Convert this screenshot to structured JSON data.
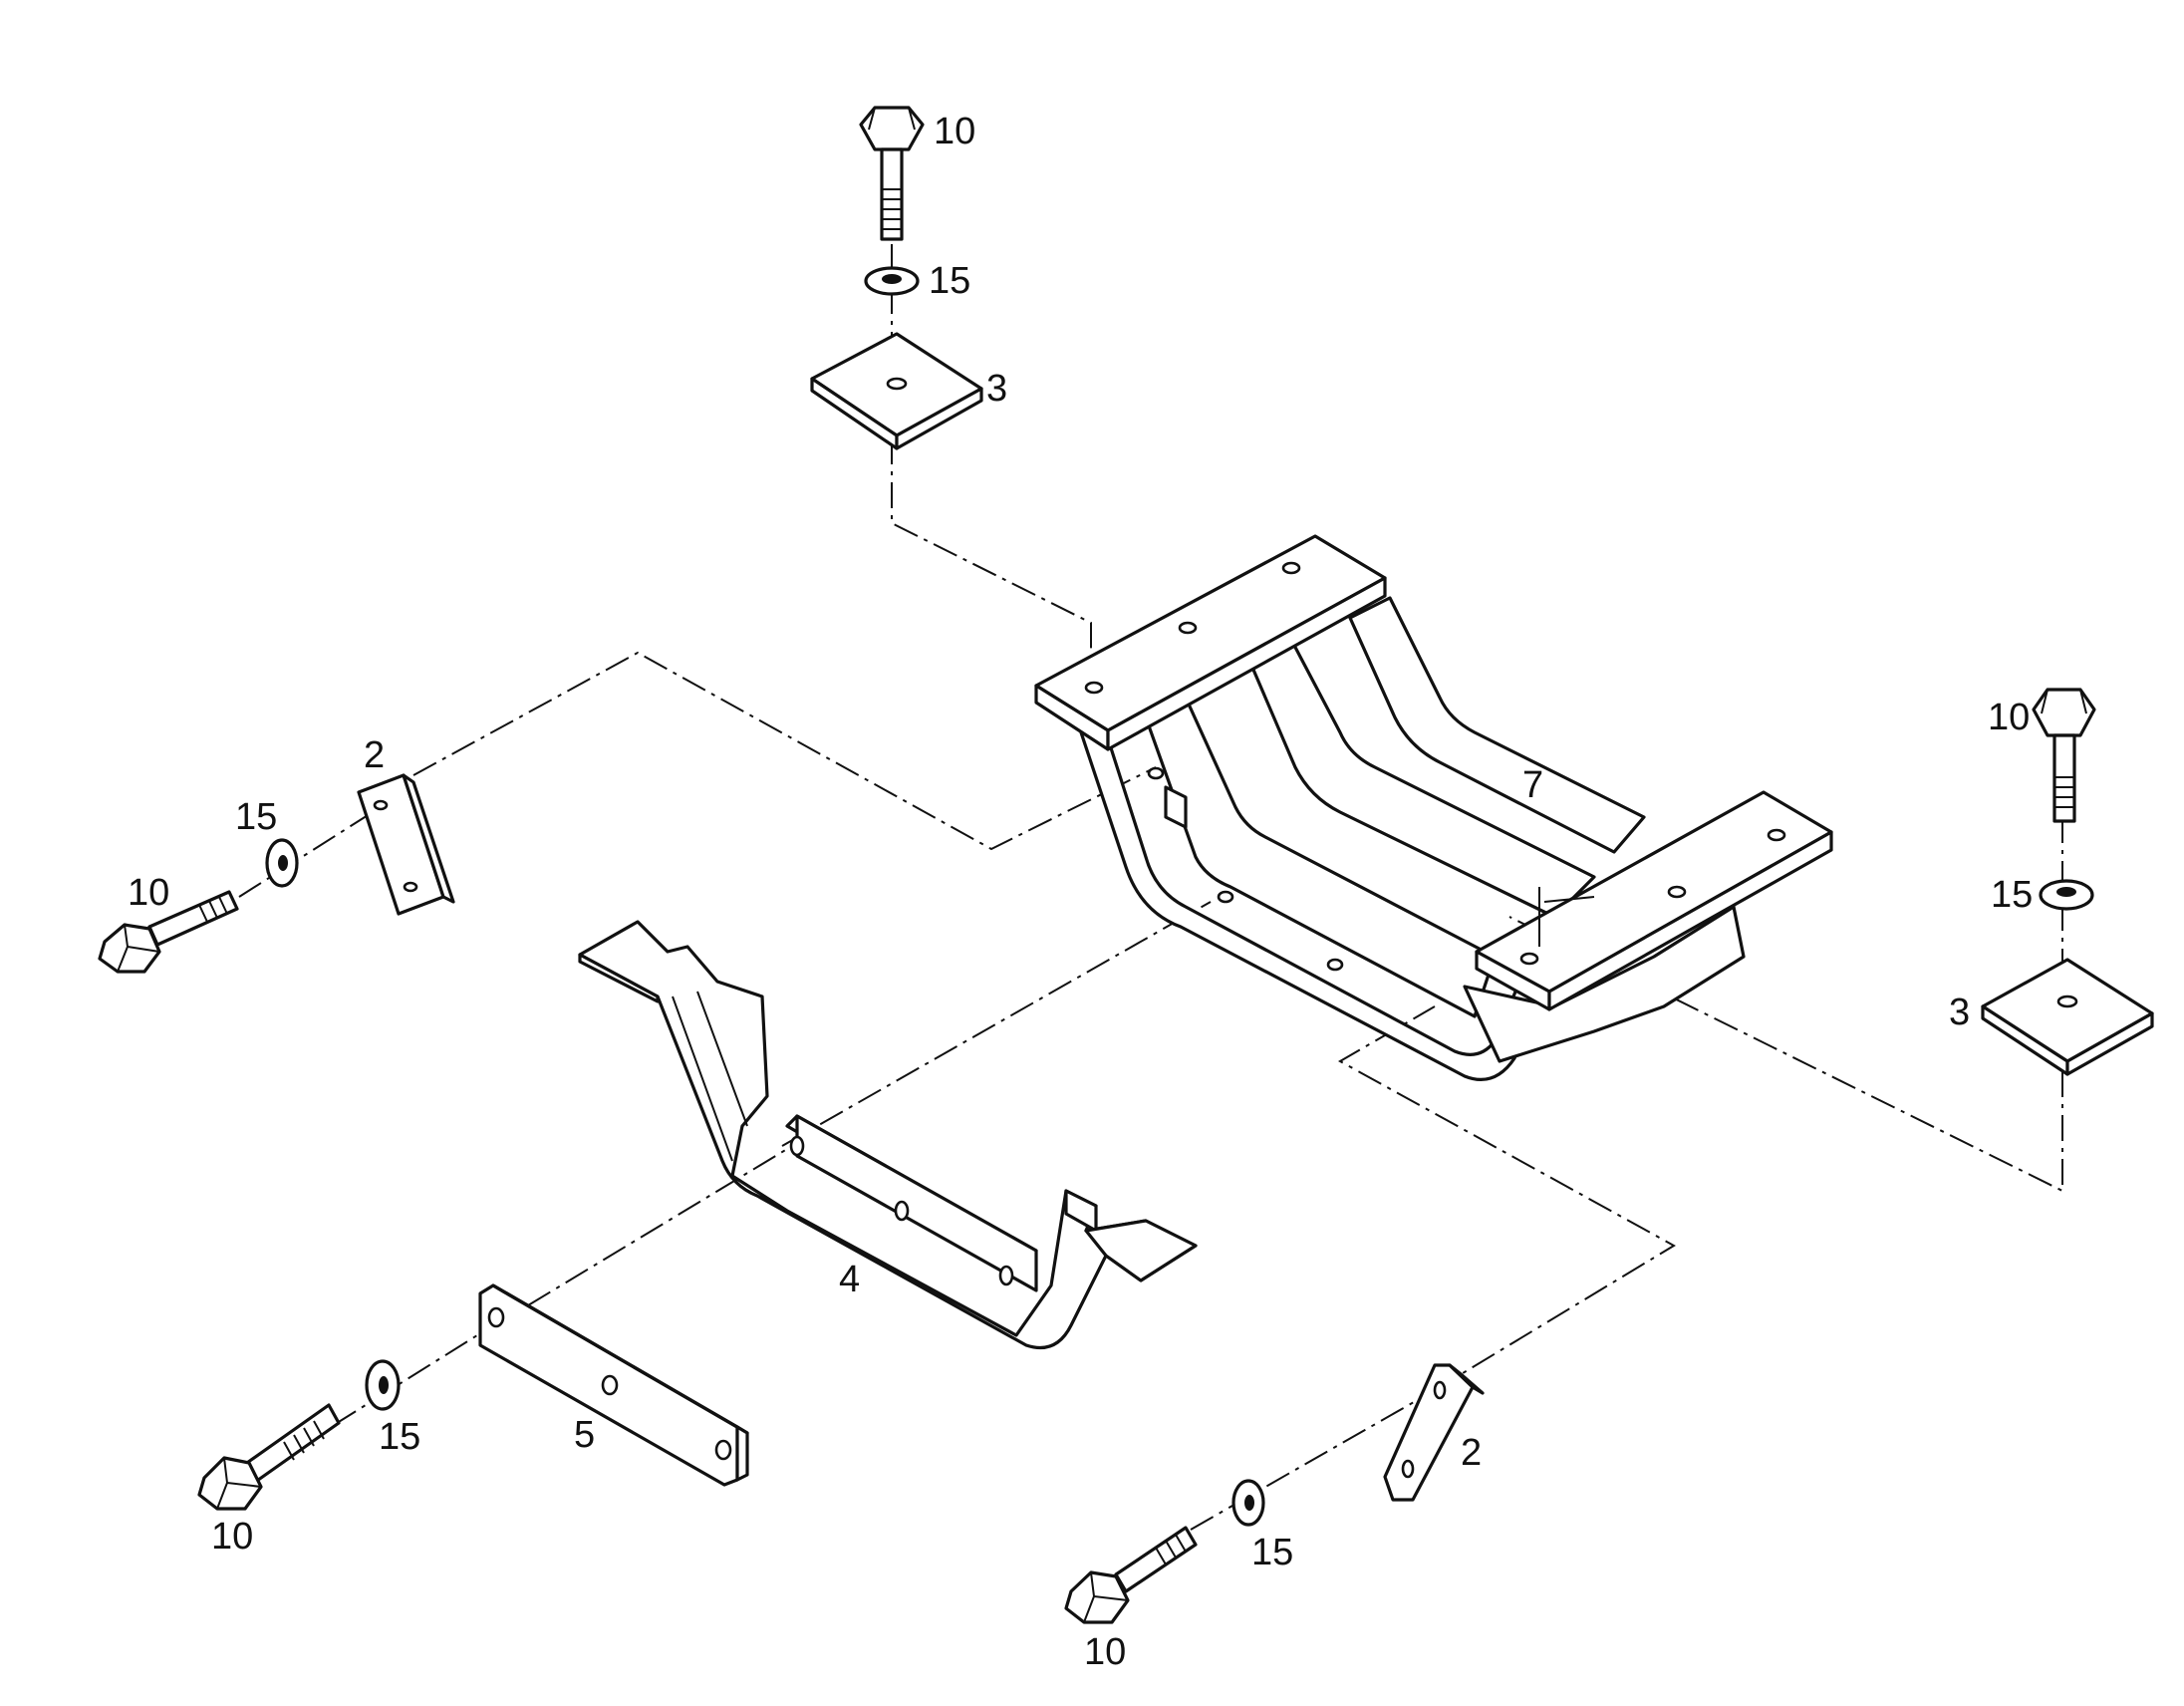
{
  "callouts": {
    "top_bolt": "10",
    "top_washer": "15",
    "top_plate": "3",
    "left_strap": "2",
    "left_washer": "15",
    "left_bolt": "10",
    "cradle": "7",
    "right_bolt": "10",
    "right_washer": "15",
    "right_plate": "3",
    "bracket": "4",
    "flat_bar": "5",
    "bottom_left_washer": "15",
    "bottom_left_bolt": "10",
    "bottom_right_strap": "2",
    "bottom_right_washer": "15",
    "bottom_right_bolt": "10"
  },
  "colors": {
    "ink": "#111111",
    "paper": "#ffffff",
    "tone": "#dcdcdc"
  }
}
